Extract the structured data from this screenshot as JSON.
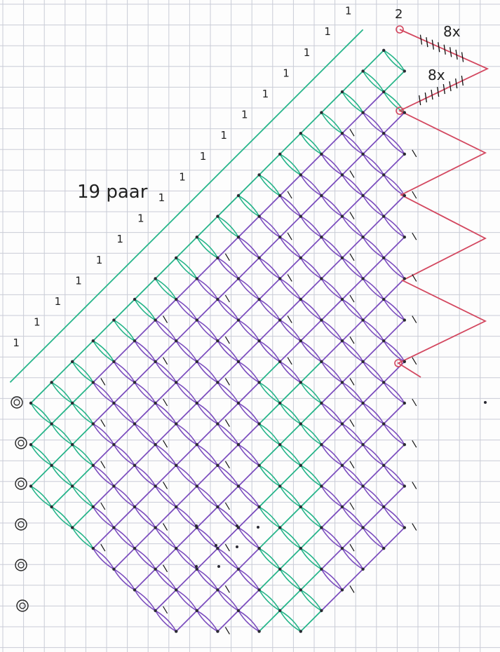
{
  "diagram": {
    "title_note": "19 paar",
    "top_pair_count": "2",
    "repeat_upper": "8x",
    "repeat_lower": "8x",
    "edge_pair_marks": [
      "1",
      "1",
      "1",
      "1",
      "1",
      "1",
      "1",
      "1",
      "1",
      "1",
      "1",
      "1",
      "1",
      "1",
      "1",
      "1",
      "1"
    ],
    "colors": {
      "ground": "#27b58a",
      "inner": "#7d4fbf",
      "edge": "#d3475f",
      "pin": "#2a2a33",
      "grid": "#c9ccd6",
      "paper": "#fdfdfd"
    }
  }
}
